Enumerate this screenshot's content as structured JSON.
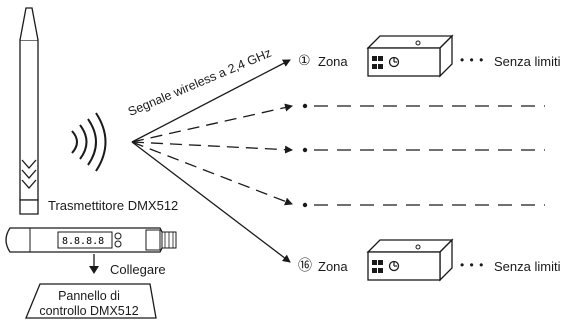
{
  "wireless_label": "Segnale wireless a 2,4 GHz",
  "transmitter_label": "Trasmettitore DMX512",
  "connect_label": "Collegare",
  "panel": {
    "line1": "Pannello di",
    "line2": "controllo DMX512"
  },
  "zones": [
    {
      "number": "①",
      "label": "Zona",
      "unlimited": "Senza limiti"
    },
    {
      "number": "⑯",
      "label": "Zona",
      "unlimited": "Senza limiti"
    }
  ],
  "dots": "• • •"
}
